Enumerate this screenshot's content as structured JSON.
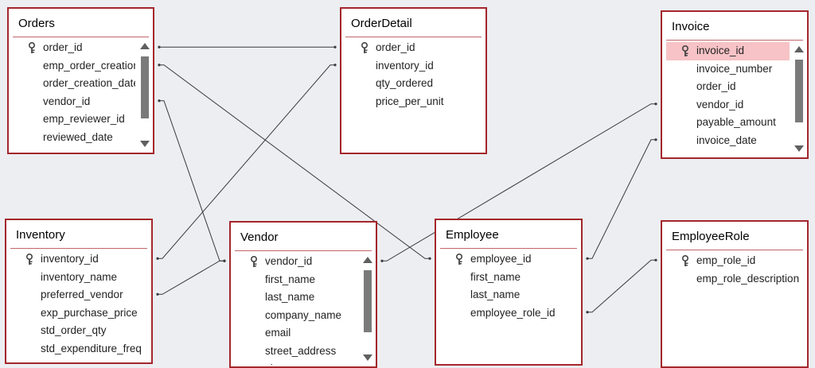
{
  "diagram": {
    "tables": [
      {
        "id": "orders",
        "name": "Orders",
        "fields": [
          "order_id",
          "emp_order_creation_date",
          "order_creation_date",
          "vendor_id",
          "emp_reviewer_id",
          "reviewed_date",
          "..."
        ],
        "key_fields": [
          "order_id"
        ],
        "selected_field": null,
        "scrollbar": true
      },
      {
        "id": "orderdetail",
        "name": "OrderDetail",
        "fields": [
          "order_id",
          "inventory_id",
          "qty_ordered",
          "price_per_unit"
        ],
        "key_fields": [
          "order_id"
        ],
        "selected_field": null,
        "scrollbar": false
      },
      {
        "id": "invoice",
        "name": "Invoice",
        "fields": [
          "invoice_id",
          "invoice_number",
          "order_id",
          "vendor_id",
          "payable_amount",
          "invoice_date",
          "..."
        ],
        "key_fields": [
          "invoice_id"
        ],
        "selected_field": "invoice_id",
        "scrollbar": true
      },
      {
        "id": "inventory",
        "name": "Inventory",
        "fields": [
          "inventory_id",
          "inventory_name",
          "preferred_vendor",
          "exp_purchase_price",
          "std_order_qty",
          "std_expenditure_freq"
        ],
        "key_fields": [
          "inventory_id"
        ],
        "selected_field": null,
        "scrollbar": false
      },
      {
        "id": "vendor",
        "name": "Vendor",
        "fields": [
          "vendor_id",
          "first_name",
          "last_name",
          "company_name",
          "email",
          "street_address",
          "city"
        ],
        "key_fields": [
          "vendor_id"
        ],
        "selected_field": null,
        "scrollbar": true
      },
      {
        "id": "employee",
        "name": "Employee",
        "fields": [
          "employee_id",
          "first_name",
          "last_name",
          "employee_role_id"
        ],
        "key_fields": [
          "employee_id"
        ],
        "selected_field": null,
        "scrollbar": false
      },
      {
        "id": "employeerole",
        "name": "EmployeeRole",
        "fields": [
          "emp_role_id",
          "emp_role_description"
        ],
        "key_fields": [
          "emp_role_id"
        ],
        "selected_field": null,
        "scrollbar": false
      }
    ],
    "relationships": [
      {
        "from": "orders.order_id",
        "to": "orderdetail.order_id"
      },
      {
        "from": "orders.emp_order_creation_date",
        "to": "employee.employee_id"
      },
      {
        "from": "orders.vendor_id",
        "to": "vendor.vendor_id"
      },
      {
        "from": "orderdetail.inventory_id",
        "to": "inventory.inventory_id"
      },
      {
        "from": "inventory.preferred_vendor",
        "to": "vendor.vendor_id"
      },
      {
        "from": "invoice.vendor_id",
        "to": "vendor.vendor_id"
      },
      {
        "from": "invoice.invoice_date",
        "to": "employee.employee_id"
      },
      {
        "from": "employeerole.emp_role_id",
        "to": "employee.employee_role_id"
      }
    ],
    "colors": {
      "canvas_background": "#eceef2",
      "table_border": "#a4262c",
      "selected_row": "#f7c3c6",
      "relationship_line": "#3a3a3a"
    }
  }
}
